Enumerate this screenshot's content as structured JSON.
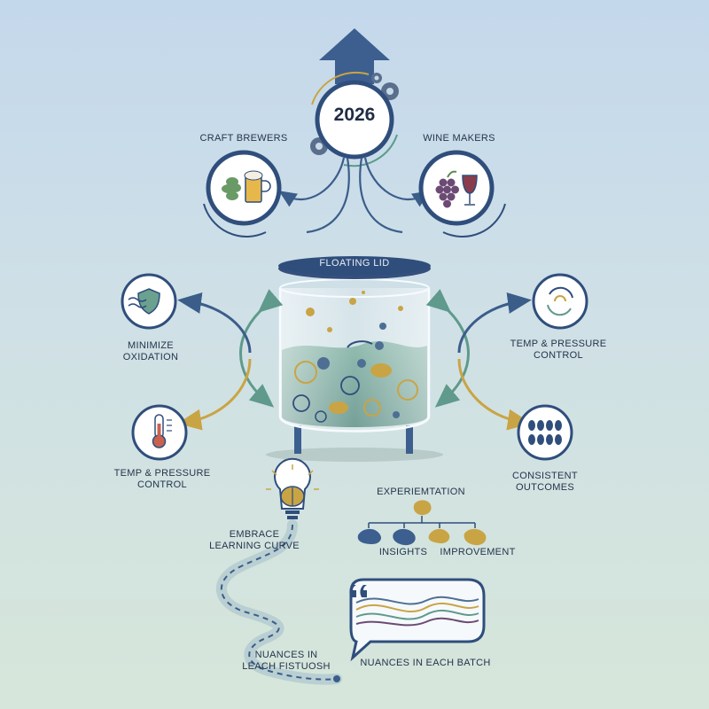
{
  "center": {
    "year": "2026"
  },
  "top": {
    "left_label": "CRAFT BREWERS",
    "right_label": "WINE MAKERS"
  },
  "tank": {
    "lid_label": "FLOATING LID"
  },
  "benefits": {
    "left_top": [
      "MINIMIZE",
      "OXIDATION"
    ],
    "left_bottom": [
      "TEMP & PRESSURE",
      "CONTROL"
    ],
    "right_top": [
      "TEMP & PRESSURE",
      "CONTROL"
    ],
    "right_bottom": [
      "CONSISTENT",
      "OUTCOMES"
    ]
  },
  "learning": {
    "label": [
      "EMBRACE",
      "LEARNING CURVE"
    ],
    "path_end_label": [
      "NUANCES IN",
      "LEACH FISTUOSH"
    ]
  },
  "experimentation": {
    "title": "EXPERIEMTATION",
    "insights": "INSIGHTS",
    "improvement": "IMPROVEMENT"
  },
  "quote": {
    "caption": "NUANCES IN EACH BATCH"
  },
  "icons": {
    "top_left": [
      "hop-icon",
      "beer-glass-icon"
    ],
    "top_right": [
      "grapes-icon",
      "wine-glass-icon"
    ],
    "benefit_left_top": "shield-wave-icon",
    "benefit_left_bottom": "thermometer-icon",
    "benefit_right_top": "swirl-icon",
    "benefit_right_bottom": "bottles-icon",
    "brain": "brain-lightbulb-icon",
    "quote_mark": "quote-icon"
  },
  "colors": {
    "navy": "#2f4e7c",
    "teal": "#5f9a8c",
    "gold": "#c9a445",
    "liquid": "#79a79a",
    "background_top": "#c4d8ec",
    "background_bottom": "#d6e6da"
  }
}
